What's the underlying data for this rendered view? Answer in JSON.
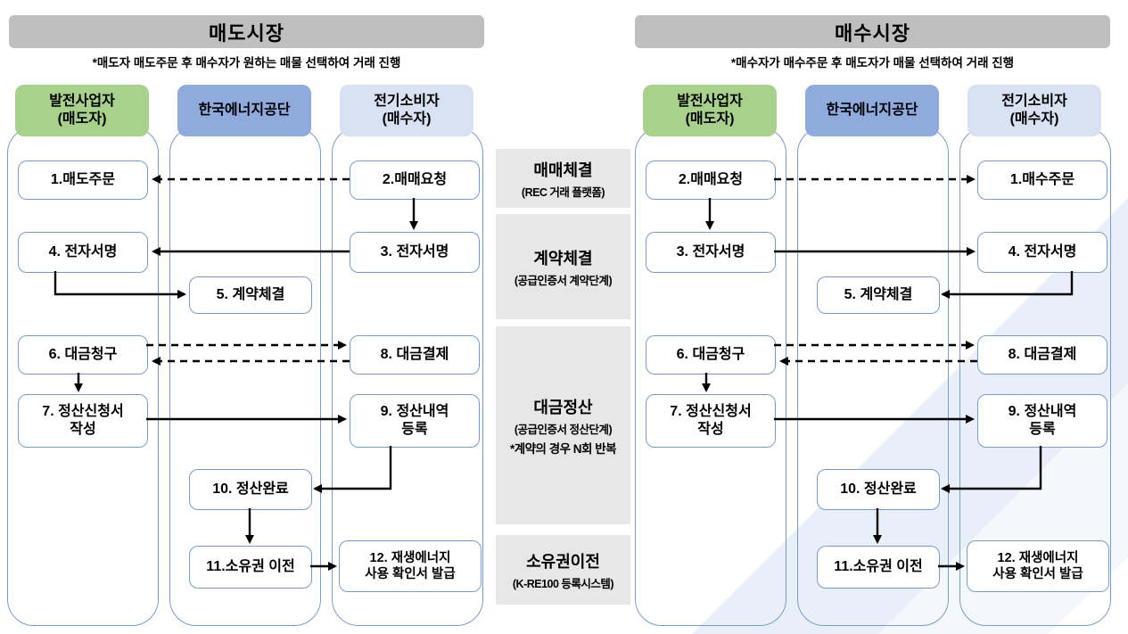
{
  "figure": {
    "type": "process-swimlane-diagram",
    "description_visible_only": true
  },
  "colors": {
    "market_bar_bg": "#BFBFBF",
    "generator_header_bg": "#A9D18E",
    "agency_header_bg": "#8FAADC",
    "consumer_header_bg": "#D9E2F3",
    "stage_block_bg": "#E8E7E7",
    "lane_border": "#7C9CC8",
    "arrow": "#000000",
    "bg_band_dark": "#E9EFF8",
    "bg_band_light": "#F4F7FB"
  },
  "markets": {
    "left": {
      "title": "매도시장",
      "subtitle": "*매도자 매도주문 후 매수자가 원하는 매물 선택하여 거래 진행",
      "lanes": [
        {
          "label": "발전사업자\n(매도자)"
        },
        {
          "label": "한국에너지공단"
        },
        {
          "label": "전기소비자\n(매수자)"
        }
      ],
      "steps": [
        {
          "label": "1.매도주문",
          "lane": "발전사업자(매도자)"
        },
        {
          "label": "2.매매요청",
          "lane": "전기소비자(매수자)"
        },
        {
          "label": "3. 전자서명",
          "lane": "전기소비자(매수자)"
        },
        {
          "label": "4. 전자서명",
          "lane": "발전사업자(매도자)"
        },
        {
          "label": "5. 계약체결",
          "lane": "한국에너지공단"
        },
        {
          "label": "6. 대금청구",
          "lane": "발전사업자(매도자)"
        },
        {
          "label": "7. 정산신청서\n작성",
          "lane": "발전사업자(매도자)"
        },
        {
          "label": "8. 대금결제",
          "lane": "전기소비자(매수자)"
        },
        {
          "label": "9. 정산내역\n등록",
          "lane": "전기소비자(매수자)"
        },
        {
          "label": "10. 정산완료",
          "lane": "한국에너지공단"
        },
        {
          "label": "11.소유권 이전",
          "lane": "한국에너지공단"
        },
        {
          "label": "12. 재생에너지\n사용 확인서 발급",
          "lane": "전기소비자(매수자)"
        }
      ],
      "edges": [
        {
          "from": "2.매매요청",
          "to": "1.매도주문",
          "style": "dashed"
        },
        {
          "from": "2.매매요청",
          "to": "3. 전자서명",
          "style": "solid"
        },
        {
          "from": "3. 전자서명",
          "to": "4. 전자서명",
          "style": "solid"
        },
        {
          "from": "4. 전자서명",
          "to": "5. 계약체결",
          "style": "solid"
        },
        {
          "from": "6. 대금청구",
          "to": "8. 대금결제",
          "style": "dashed"
        },
        {
          "from": "8. 대금결제",
          "to": "6. 대금청구",
          "style": "dashed"
        },
        {
          "from": "6. 대금청구",
          "to": "7. 정산신청서 작성",
          "style": "solid"
        },
        {
          "from": "7. 정산신청서 작성",
          "to": "9. 정산내역 등록",
          "style": "solid"
        },
        {
          "from": "9. 정산내역 등록",
          "to": "10. 정산완료",
          "style": "solid"
        },
        {
          "from": "10. 정산완료",
          "to": "11.소유권 이전",
          "style": "solid"
        },
        {
          "from": "11.소유권 이전",
          "to": "12. 재생에너지 사용 확인서 발급",
          "style": "solid"
        }
      ]
    },
    "right": {
      "title": "매수시장",
      "subtitle": "*매수자가 매수주문 후 매도자가 매물 선택하여 거래 진행",
      "lanes": [
        {
          "label": "발전사업자\n(매도자)"
        },
        {
          "label": "한국에너지공단"
        },
        {
          "label": "전기소비자\n(매수자)"
        }
      ],
      "steps": [
        {
          "label": "2.매매요청",
          "lane": "발전사업자(매도자)"
        },
        {
          "label": "1.매수주문",
          "lane": "전기소비자(매수자)"
        },
        {
          "label": "3. 전자서명",
          "lane": "발전사업자(매도자)"
        },
        {
          "label": "4. 전자서명",
          "lane": "전기소비자(매수자)"
        },
        {
          "label": "5. 계약체결",
          "lane": "한국에너지공단"
        },
        {
          "label": "6. 대금청구",
          "lane": "발전사업자(매도자)"
        },
        {
          "label": "7. 정산신청서\n작성",
          "lane": "발전사업자(매도자)"
        },
        {
          "label": "8. 대금결제",
          "lane": "전기소비자(매수자)"
        },
        {
          "label": "9. 정산내역\n등록",
          "lane": "전기소비자(매수자)"
        },
        {
          "label": "10. 정산완료",
          "lane": "한국에너지공단"
        },
        {
          "label": "11.소유권 이전",
          "lane": "한국에너지공단"
        },
        {
          "label": "12. 재생에너지\n사용 확인서 발급",
          "lane": "전기소비자(매수자)"
        }
      ],
      "edges": [
        {
          "from": "2.매매요청",
          "to": "1.매수주문",
          "style": "dashed"
        },
        {
          "from": "2.매매요청",
          "to": "3. 전자서명",
          "style": "solid"
        },
        {
          "from": "3. 전자서명",
          "to": "4. 전자서명",
          "style": "solid"
        },
        {
          "from": "4. 전자서명",
          "to": "5. 계약체결",
          "style": "solid"
        },
        {
          "from": "6. 대금청구",
          "to": "8. 대금결제",
          "style": "dashed"
        },
        {
          "from": "8. 대금결제",
          "to": "6. 대금청구",
          "style": "dashed"
        },
        {
          "from": "6. 대금청구",
          "to": "7. 정산신청서 작성",
          "style": "solid"
        },
        {
          "from": "7. 정산신청서 작성",
          "to": "9. 정산내역 등록",
          "style": "solid"
        },
        {
          "from": "9. 정산내역 등록",
          "to": "10. 정산완료",
          "style": "solid"
        },
        {
          "from": "10. 정산완료",
          "to": "11.소유권 이전",
          "style": "solid"
        },
        {
          "from": "11.소유권 이전",
          "to": "12. 재생에너지 사용 확인서 발급",
          "style": "solid"
        }
      ]
    }
  },
  "stages": [
    {
      "title": "매매체결",
      "subtitle": "(REC 거래 플랫폼)"
    },
    {
      "title": "계약체결",
      "subtitle": "(공급인증서 계약단계)"
    },
    {
      "title": "대금정산",
      "subtitle": "(공급인증서 정산단계)",
      "note": "*계약의 경우 N회 반복"
    },
    {
      "title": "소유권이전",
      "subtitle": "(K-RE100 등록시스템)"
    }
  ]
}
